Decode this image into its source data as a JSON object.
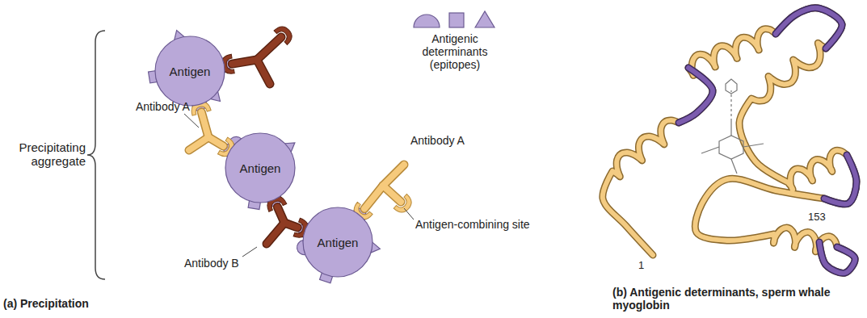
{
  "diagram": {
    "nodes": [
      {
        "text": [
          "Antigen"
        ]
      },
      {
        "text": [
          "Antigen"
        ]
      },
      {
        "text": [
          "Antigen"
        ]
      }
    ],
    "labels": [
      "Precipitating aggregate",
      "Antibody A",
      "Antibody A",
      "Antibody B",
      "Antigen-combining site",
      "(a) Precipitation",
      "1",
      "153",
      "(b) Antigenic determinants, sperm whale myoglobin"
    ],
    "legend": [
      {
        "text": "Antigenic determinants (epitopes)"
      }
    ]
  }
}
